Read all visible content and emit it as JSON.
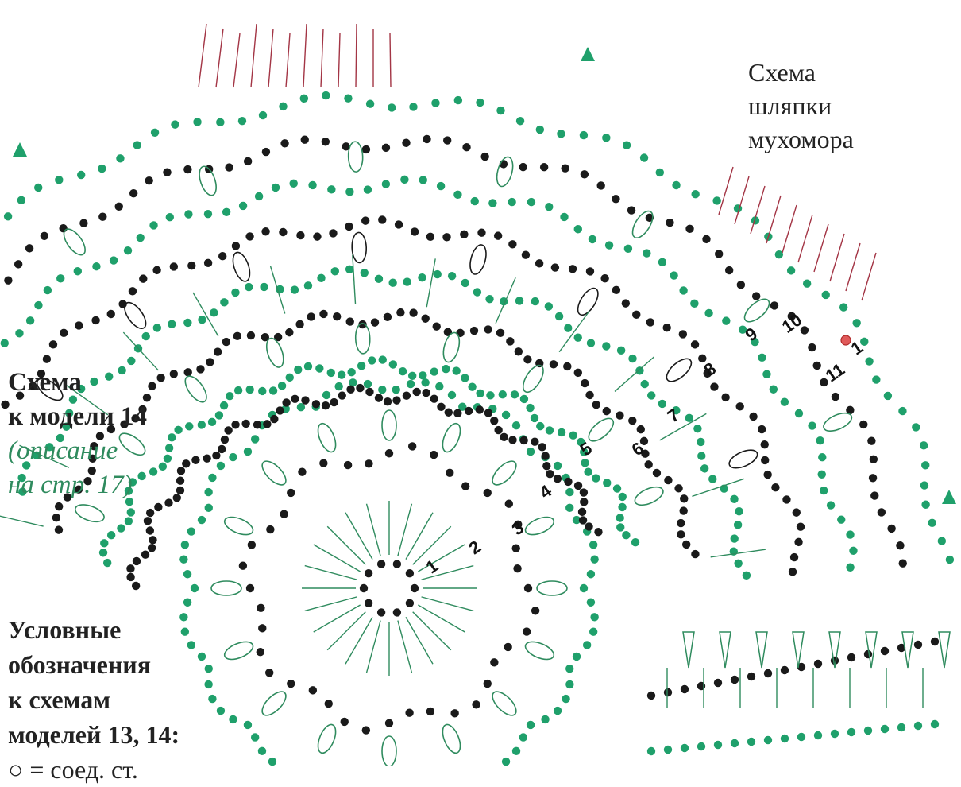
{
  "title_mushroom": [
    "Схема",
    "шляпки",
    "мухомора"
  ],
  "title_model": [
    "Схема",
    "к модели 14"
  ],
  "model_description": [
    "(описание",
    "на стр. 17)"
  ],
  "legend_heading": [
    "Условные",
    "обозначения",
    "к схемам",
    "моделей 13, 14:"
  ],
  "legend_first_item": "○ = соед. ст.",
  "row_numbers": {
    "left_chart": [
      "1",
      "2",
      "3",
      "4",
      "5",
      "6",
      "7",
      "8",
      "9",
      "10"
    ],
    "right_chart": [
      "1",
      "11"
    ]
  },
  "colors": {
    "green": "#1fa06b",
    "black": "#1a1a1a",
    "red": "#a33545",
    "teal_stitch": "#2f8b5e"
  }
}
